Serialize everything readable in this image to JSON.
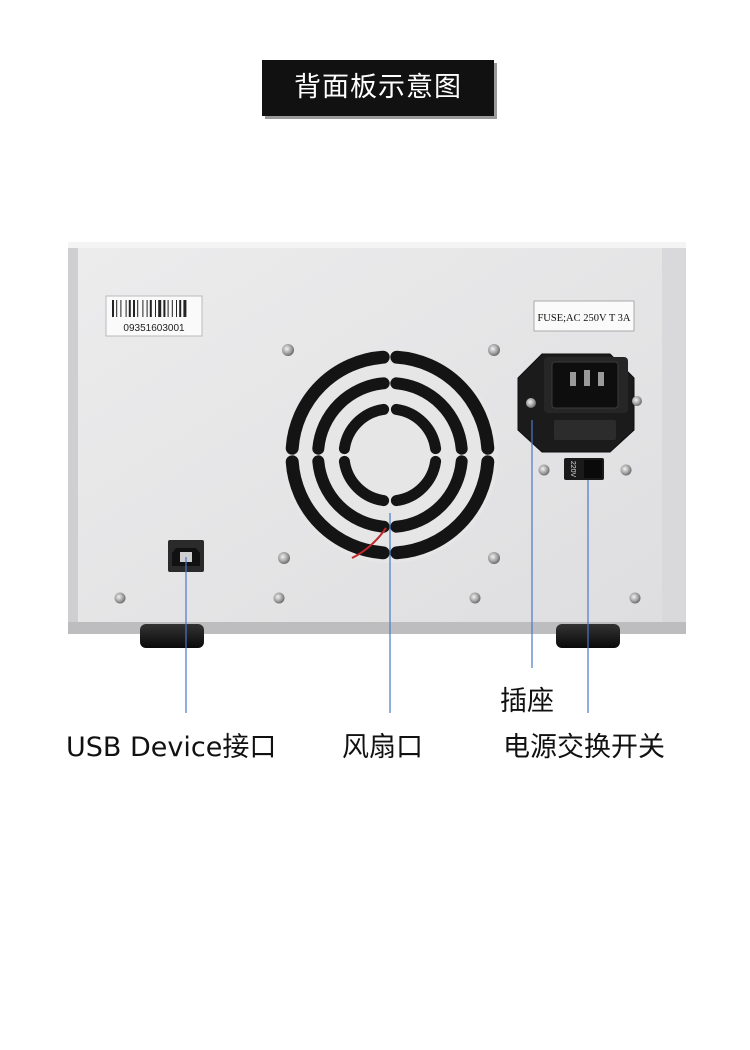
{
  "title": "背面板示意图",
  "panel": {
    "barcode_number": "09351603001",
    "fuse_label": "FUSE;AC 250V T 3A",
    "voltage_switch_label": "220V"
  },
  "callouts": {
    "usb": "USB Device接口",
    "fan": "风扇口",
    "socket": "插座",
    "power_switch": "电源交换开关"
  },
  "colors": {
    "panel": "#e9e9ea",
    "frame": "#d6d6d8",
    "leader_line": "#4a78c8",
    "title_bg": "#111111"
  }
}
